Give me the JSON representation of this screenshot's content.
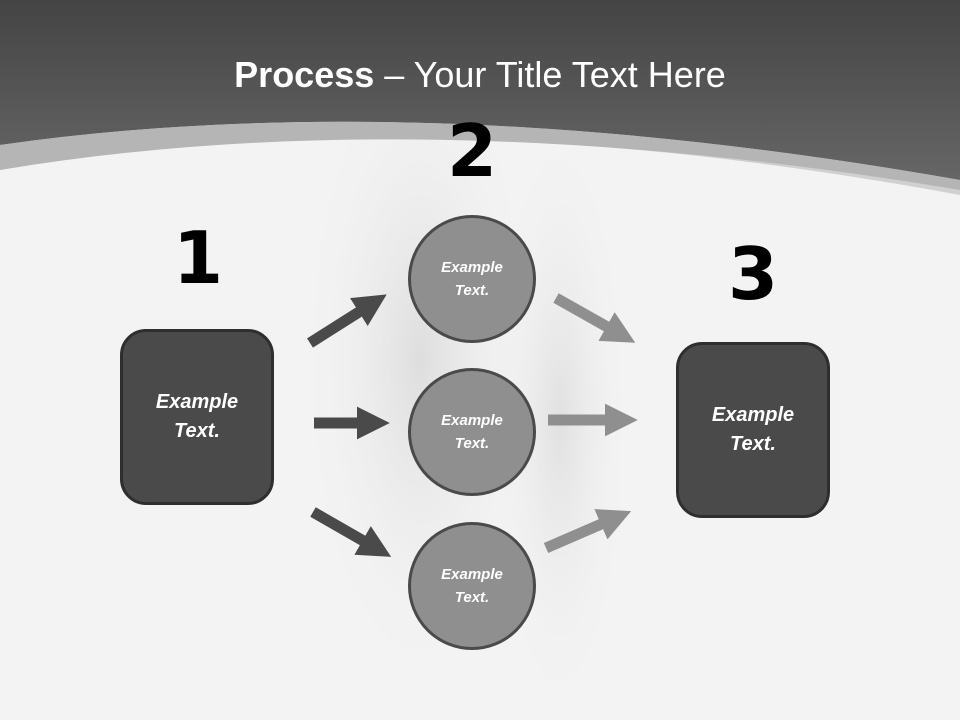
{
  "title": {
    "bold": "Process",
    "rest": " – Your Title Text Here"
  },
  "steps": {
    "one": "1",
    "two": "2",
    "three": "3"
  },
  "boxes": {
    "left": "Example\nText.",
    "right": "Example\nText."
  },
  "circles": {
    "top": "Example\nText.",
    "middle": "Example\nText.",
    "bottom": "Example\nText."
  },
  "colors": {
    "header": "#595959",
    "box": "#4a4a4a",
    "circle": "#8f8f8f",
    "arrow_dark": "#4a4a4a",
    "arrow_light": "#8f8f8f"
  }
}
